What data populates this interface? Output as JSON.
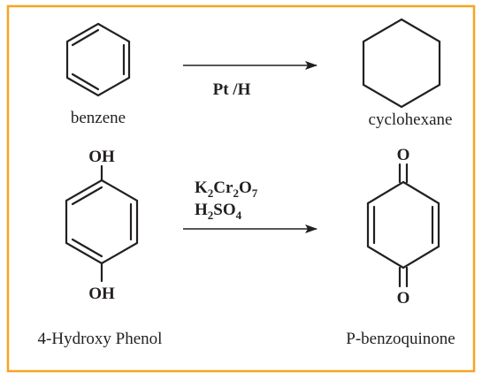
{
  "colors": {
    "frame": "#F7A421",
    "ink": "#231F20"
  },
  "reactions": [
    {
      "reactant": {
        "name": "benzene"
      },
      "conditions": {
        "line1": "Pt /H"
      },
      "product": {
        "name": "cyclohexane"
      }
    },
    {
      "reactant": {
        "name": "4-Hydroxy Phenol",
        "group_top": "OH",
        "group_bottom": "OH"
      },
      "conditions": {
        "reagent1": {
          "k": "K",
          "k_sub": "2",
          "cr": "Cr",
          "cr_sub": "2",
          "o": "O",
          "o_sub": "7"
        },
        "reagent2": {
          "h": "H",
          "h_sub": "2",
          "so": "SO",
          "so_sub": "4"
        }
      },
      "product": {
        "name": "P-benzoquinone",
        "atom_top": "O",
        "atom_bottom": "O"
      }
    }
  ]
}
